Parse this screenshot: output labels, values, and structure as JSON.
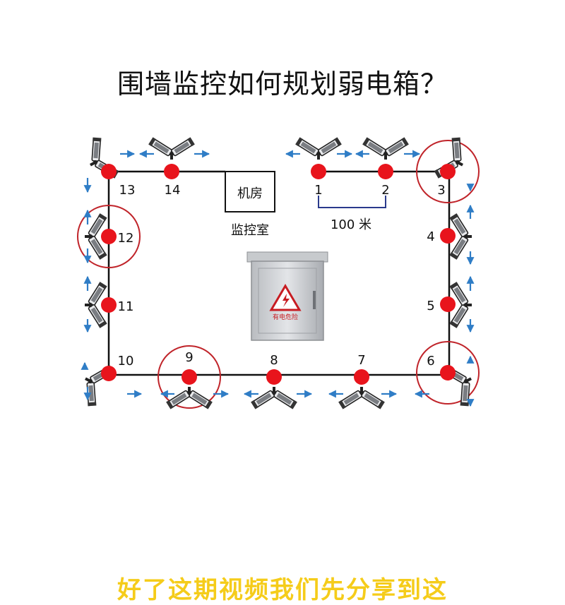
{
  "title": "围墙监控如何规划弱电箱？",
  "subtitle": "好了这期视频我们先分享到这",
  "room": {
    "line1": "机房",
    "caption": "监控室"
  },
  "distance_label": "100 米",
  "warning_label": "有电危险",
  "colors": {
    "node": "#e8141c",
    "wall": "#111111",
    "highlight_circle": "#c0242a",
    "arrow": "#2f7dc6",
    "subtitle": "#f5cc1a"
  },
  "icons": {
    "camera": "security-camera-icon",
    "warning": "high-voltage-warning-icon",
    "box": "electrical-box"
  },
  "nodes": [
    {
      "label": "1"
    },
    {
      "label": "2"
    },
    {
      "label": "3"
    },
    {
      "label": "4"
    },
    {
      "label": "5"
    },
    {
      "label": "6"
    },
    {
      "label": "7"
    },
    {
      "label": "8"
    },
    {
      "label": "9"
    },
    {
      "label": "10"
    },
    {
      "label": "11"
    },
    {
      "label": "12"
    },
    {
      "label": "13"
    },
    {
      "label": "14"
    }
  ],
  "highlighted_nodes": [
    "3",
    "6",
    "9",
    "12"
  ]
}
